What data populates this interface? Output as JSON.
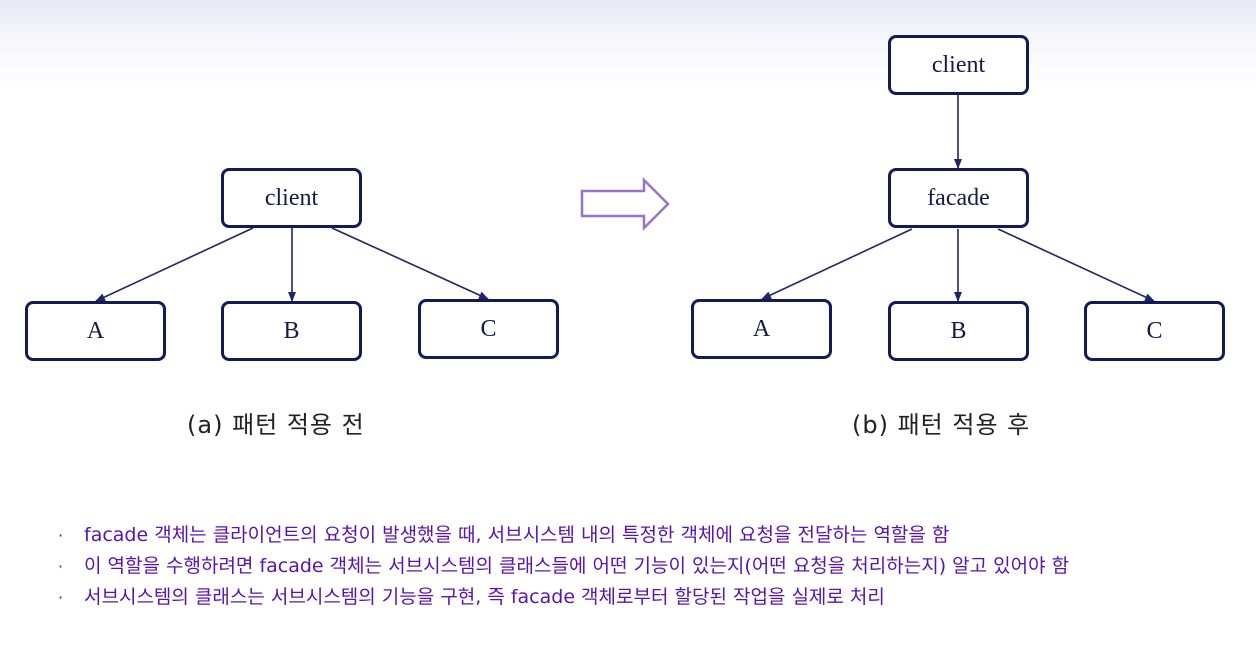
{
  "diagram_a": {
    "client_label": "client",
    "a_label": "A",
    "b_label": "B",
    "c_label": "C",
    "caption": "(a) 패턴 적용 전"
  },
  "diagram_b": {
    "client_label": "client",
    "facade_label": "facade",
    "a_label": "A",
    "b_label": "B",
    "c_label": "C",
    "caption": "(b) 패턴 적용 후"
  },
  "colors": {
    "box_border": "#121a5c",
    "edge": "#1f2566",
    "transition_arrow": "#9b72c9",
    "bullet_text": "#5a12b0"
  },
  "bullets": [
    "facade 객체는 클라이언트의 요청이 발생했을 때, 서브시스템 내의 특정한 객체에 요청을 전달하는 역할을 함",
    "이 역할을 수행하려면 facade 객체는 서브시스템의 클래스들에 어떤 기능이 있는지(어떤 요청을 처리하는지) 알고 있어야 함",
    "서브시스템의 클래스는 서브시스템의 기능을 구현, 즉 facade 객체로부터 할당된 작업을 실제로 처리"
  ],
  "bullet_marker": "·"
}
